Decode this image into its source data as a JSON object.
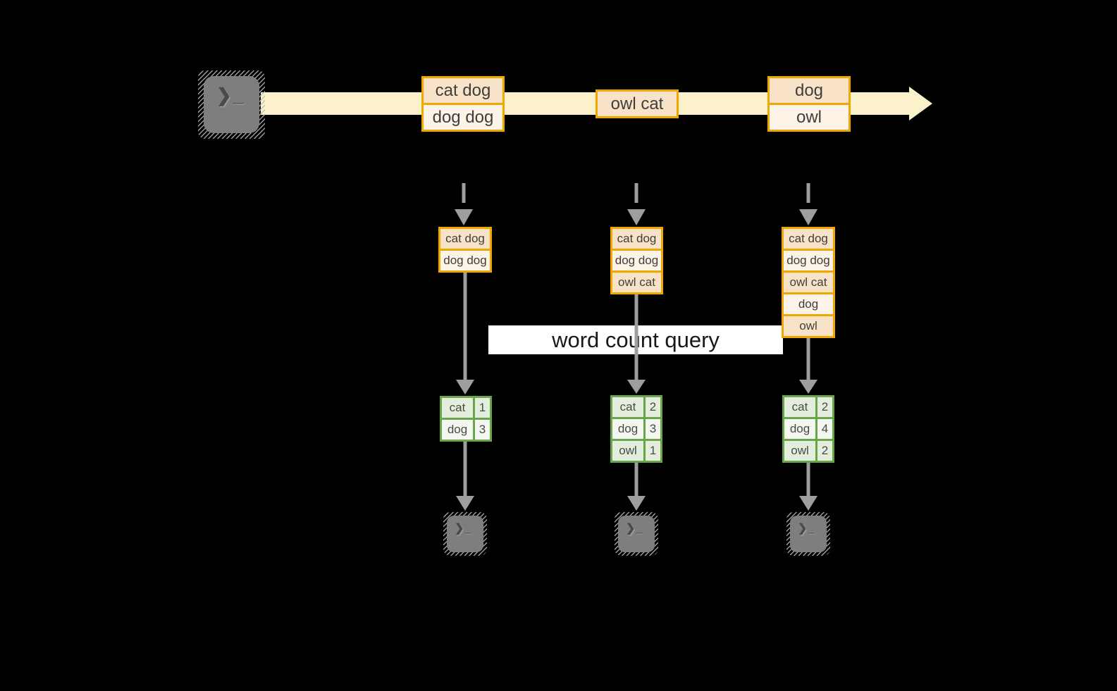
{
  "banner": {
    "label": "word count query"
  },
  "icons": {
    "terminal_glyph": "❯_"
  },
  "stream": {
    "messages": [
      {
        "lines": [
          "cat dog",
          "dog dog"
        ]
      },
      {
        "lines": [
          "owl cat"
        ]
      },
      {
        "lines": [
          "dog",
          "owl"
        ]
      }
    ]
  },
  "pipelines": [
    {
      "buffer": [
        "cat dog",
        "dog dog"
      ],
      "counts": [
        {
          "word": "cat",
          "count": "1"
        },
        {
          "word": "dog",
          "count": "3"
        }
      ]
    },
    {
      "buffer": [
        "cat dog",
        "dog dog",
        "owl cat"
      ],
      "counts": [
        {
          "word": "cat",
          "count": "2"
        },
        {
          "word": "dog",
          "count": "3"
        },
        {
          "word": "owl",
          "count": "1"
        }
      ]
    },
    {
      "buffer": [
        "cat dog",
        "dog dog",
        "owl cat",
        "dog",
        "owl"
      ],
      "counts": [
        {
          "word": "cat",
          "count": "2"
        },
        {
          "word": "dog",
          "count": "4"
        },
        {
          "word": "owl",
          "count": "2"
        }
      ]
    }
  ],
  "colors": {
    "background": "#000000",
    "stream_band": "#FBF2CC",
    "record_border": "#F0A800",
    "record_fill_dark": "#F9E3C8",
    "record_fill_light": "#FDF3E6",
    "table_border": "#6BA54B",
    "table_fill_dark": "#E4EEDC",
    "table_fill_light": "#F3F7EF",
    "arrow_gray": "#9E9E9E",
    "terminal_gray": "#7E7E7E",
    "banner_bg": "#FFFFFF"
  }
}
